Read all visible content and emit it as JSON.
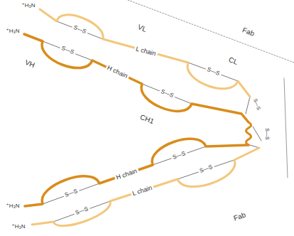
{
  "diagram": {
    "labels": [
      "⁺H₃N",
      "VL",
      "Fab",
      "⁺H₃N",
      "S—S",
      "L chain",
      "S—S",
      "CL",
      "VH",
      "S—S",
      "H chain",
      "S—S",
      "CH1",
      "S—S",
      "S—S",
      "H chain",
      "S—S",
      "S—S",
      "L chain",
      "S—S",
      "S—S",
      "⁺H₃N",
      "⁺H₃N",
      "Fab"
    ]
  }
}
